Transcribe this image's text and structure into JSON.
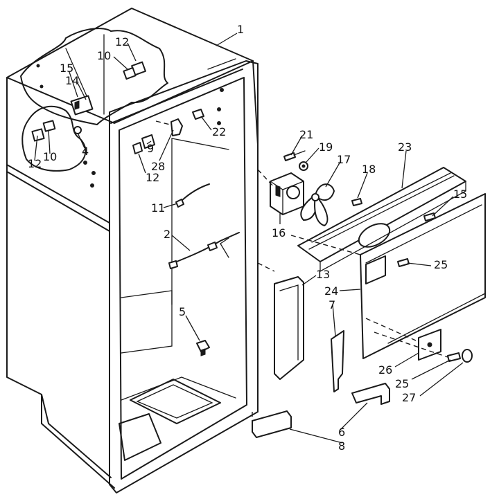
{
  "callouts": [
    {
      "label": "1"
    },
    {
      "label": "12"
    },
    {
      "label": "10"
    },
    {
      "label": "15"
    },
    {
      "label": "14"
    },
    {
      "label": "22"
    },
    {
      "label": "4"
    },
    {
      "label": "10"
    },
    {
      "label": "12"
    },
    {
      "label": "28"
    },
    {
      "label": "9"
    },
    {
      "label": "12"
    },
    {
      "label": "11"
    },
    {
      "label": "2"
    },
    {
      "label": "5"
    },
    {
      "label": "21"
    },
    {
      "label": "19"
    },
    {
      "label": "17"
    },
    {
      "label": "18"
    },
    {
      "label": "23"
    },
    {
      "label": "15"
    },
    {
      "label": "16"
    },
    {
      "label": "25"
    },
    {
      "label": "13"
    },
    {
      "label": "24"
    },
    {
      "label": "7"
    },
    {
      "label": "26"
    },
    {
      "label": "25"
    },
    {
      "label": "27"
    },
    {
      "label": "6"
    },
    {
      "label": "8"
    }
  ]
}
